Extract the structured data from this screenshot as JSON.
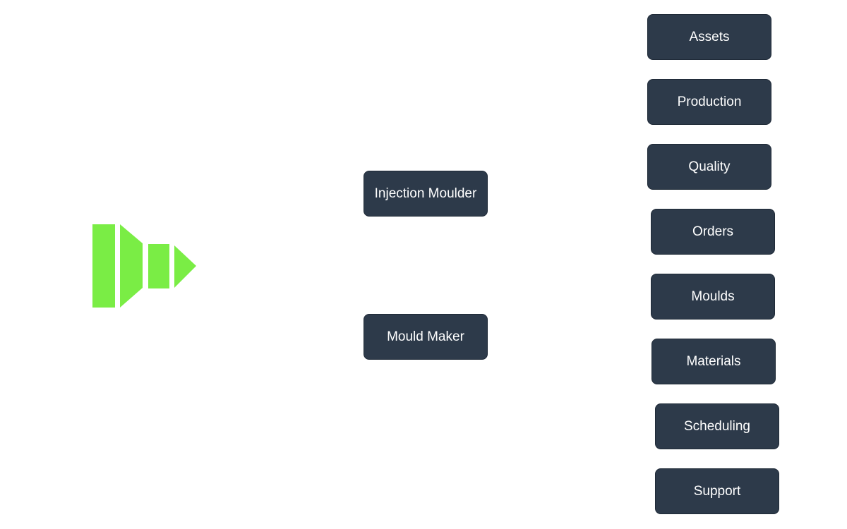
{
  "theme": {
    "node_color": "#2d3a4a",
    "logo_color": "#7aed45",
    "background": "#ffffff"
  },
  "logo": {
    "icon": "forward-arrow-logo-icon"
  },
  "roles": [
    {
      "label": "Injection Moulder"
    },
    {
      "label": "Mould Maker"
    }
  ],
  "modules": [
    {
      "label": "Assets"
    },
    {
      "label": "Production"
    },
    {
      "label": "Quality"
    },
    {
      "label": "Orders"
    },
    {
      "label": "Moulds"
    },
    {
      "label": "Materials"
    },
    {
      "label": "Scheduling"
    },
    {
      "label": "Support"
    }
  ]
}
